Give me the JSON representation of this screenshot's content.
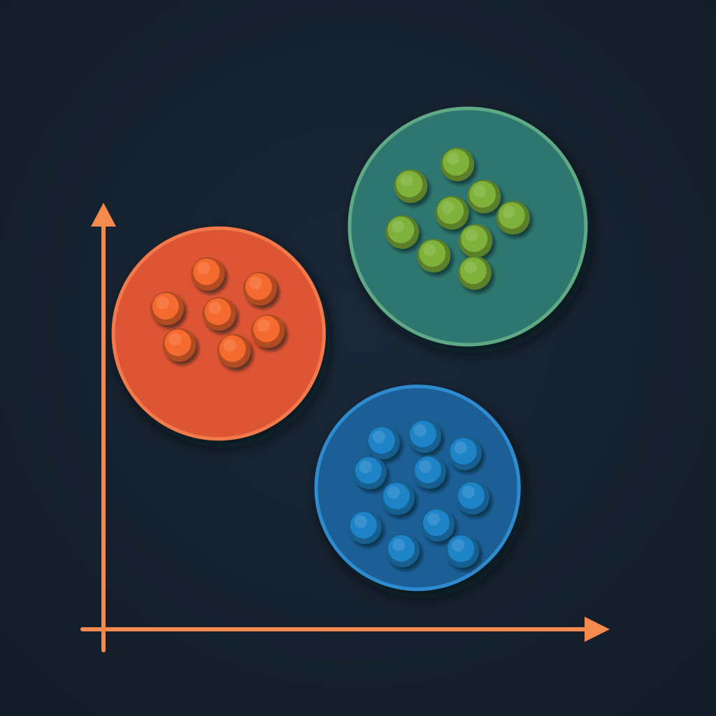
{
  "chart_data": {
    "type": "scatter",
    "title": "",
    "xlabel": "",
    "ylabel": "",
    "xlim": [
      0,
      100
    ],
    "ylim": [
      0,
      100
    ],
    "grid": false,
    "axis_color": "#f58a4e",
    "background": "#16212f",
    "clusters": [
      {
        "id": "red",
        "hull_color": "#dd5536",
        "hull_edge": "#f2794a",
        "point_color": "#f56a2e",
        "center": [
          23.4,
          60.0
        ],
        "radius": 21.4,
        "points": [
          [
            21.2,
            72.1
          ],
          [
            31.8,
            69.1
          ],
          [
            12.9,
            65.1
          ],
          [
            23.5,
            64.0
          ],
          [
            33.4,
            60.5
          ],
          [
            15.4,
            57.7
          ],
          [
            26.5,
            56.5
          ]
        ]
      },
      {
        "id": "green",
        "hull_color": "#2f7670",
        "hull_edge": "#5ea985",
        "point_color": "#7eb23a",
        "center": [
          74.0,
          81.7
        ],
        "radius": 24.0,
        "points": [
          [
            71.9,
            94.3
          ],
          [
            62.4,
            89.9
          ],
          [
            77.3,
            87.8
          ],
          [
            70.8,
            84.5
          ],
          [
            83.2,
            83.5
          ],
          [
            60.7,
            80.6
          ],
          [
            75.6,
            78.8
          ],
          [
            67.1,
            75.8
          ],
          [
            75.4,
            72.3
          ]
        ]
      },
      {
        "id": "blue",
        "hull_color": "#1e5e97",
        "hull_edge": "#2f8bcf",
        "point_color": "#1f84c7",
        "center": [
          63.8,
          28.7
        ],
        "radius": 20.6,
        "points": [
          [
            65.2,
            39.2
          ],
          [
            56.8,
            37.9
          ],
          [
            73.4,
            35.7
          ],
          [
            66.2,
            31.9
          ],
          [
            54.1,
            31.8
          ],
          [
            75.0,
            26.7
          ],
          [
            59.8,
            26.6
          ],
          [
            67.9,
            21.2
          ],
          [
            53.1,
            20.7
          ],
          [
            60.8,
            16.0
          ],
          [
            72.9,
            15.9
          ]
        ]
      }
    ]
  }
}
